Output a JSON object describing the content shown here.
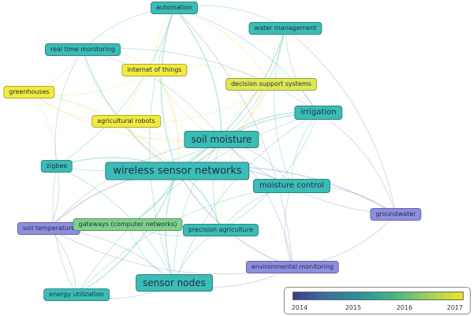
{
  "colors": {
    "purple": "#8e8ee0",
    "teal": "#3cbcb6",
    "green": "#7fd08a",
    "yellow": "#f3ea3e",
    "lime": "#dfe754",
    "edge_teal": "#56c1b8",
    "edge_yellow": "#e6e06a",
    "edge_purple": "#8f8fc9"
  },
  "nodes": [
    {
      "id": "automation",
      "label": "automation",
      "color": "teal"
    },
    {
      "id": "water-management",
      "label": "water management",
      "color": "teal"
    },
    {
      "id": "real-time-monitoring",
      "label": "real time monitoring",
      "color": "teal"
    },
    {
      "id": "internet-of-things",
      "label": "internet of things",
      "color": "yellow"
    },
    {
      "id": "decision-support-systems",
      "label": "decision support systems",
      "color": "lime"
    },
    {
      "id": "greenhouses",
      "label": "greenhouses",
      "color": "yellow"
    },
    {
      "id": "irrigation",
      "label": "irrigation",
      "color": "teal"
    },
    {
      "id": "agricultural-robots",
      "label": "agricultural robots",
      "color": "yellow"
    },
    {
      "id": "soil-moisture",
      "label": "soil moisture",
      "color": "teal"
    },
    {
      "id": "zigbee",
      "label": "zigbee",
      "color": "teal"
    },
    {
      "id": "wireless-sensor-networks",
      "label": "wireless sensor networks",
      "color": "teal"
    },
    {
      "id": "moisture-control",
      "label": "moisture control",
      "color": "teal"
    },
    {
      "id": "groundwater",
      "label": "groundwater",
      "color": "purple"
    },
    {
      "id": "soil-temperature",
      "label": "soil temperature",
      "color": "purple"
    },
    {
      "id": "gateways",
      "label": "gateways (computer networks)",
      "color": "green"
    },
    {
      "id": "precision-agriculture",
      "label": "precision agriculture",
      "color": "teal"
    },
    {
      "id": "environmental-monitoring",
      "label": "environmental monitoring",
      "color": "purple"
    },
    {
      "id": "sensor-nodes",
      "label": "sensor nodes",
      "color": "teal"
    },
    {
      "id": "energy-utilization",
      "label": "energy utilization",
      "color": "teal"
    }
  ],
  "links": [
    [
      "wireless-sensor-networks",
      "soil-moisture"
    ],
    [
      "wireless-sensor-networks",
      "automation"
    ],
    [
      "wireless-sensor-networks",
      "water-management"
    ],
    [
      "wireless-sensor-networks",
      "real-time-monitoring"
    ],
    [
      "wireless-sensor-networks",
      "internet-of-things"
    ],
    [
      "wireless-sensor-networks",
      "irrigation"
    ],
    [
      "wireless-sensor-networks",
      "zigbee"
    ],
    [
      "wireless-sensor-networks",
      "moisture-control"
    ],
    [
      "wireless-sensor-networks",
      "soil-temperature"
    ],
    [
      "wireless-sensor-networks",
      "precision-agriculture"
    ],
    [
      "wireless-sensor-networks",
      "sensor-nodes"
    ],
    [
      "wireless-sensor-networks",
      "energy-utilization"
    ],
    [
      "wireless-sensor-networks",
      "environmental-monitoring"
    ],
    [
      "wireless-sensor-networks",
      "gateways"
    ],
    [
      "wireless-sensor-networks",
      "greenhouses"
    ],
    [
      "wireless-sensor-networks",
      "agricultural-robots"
    ],
    [
      "wireless-sensor-networks",
      "decision-support-systems"
    ],
    [
      "wireless-sensor-networks",
      "groundwater"
    ],
    [
      "soil-moisture",
      "automation"
    ],
    [
      "soil-moisture",
      "irrigation"
    ],
    [
      "soil-moisture",
      "water-management"
    ],
    [
      "soil-moisture",
      "internet-of-things"
    ],
    [
      "soil-moisture",
      "sensor-nodes"
    ],
    [
      "soil-moisture",
      "moisture-control"
    ],
    [
      "soil-moisture",
      "precision-agriculture"
    ],
    [
      "soil-moisture",
      "decision-support-systems"
    ],
    [
      "soil-moisture",
      "groundwater"
    ],
    [
      "soil-moisture",
      "agricultural-robots"
    ],
    [
      "soil-moisture",
      "real-time-monitoring"
    ],
    [
      "soil-moisture",
      "zigbee"
    ],
    [
      "soil-moisture",
      "soil-temperature"
    ],
    [
      "soil-moisture",
      "environmental-monitoring"
    ],
    [
      "irrigation",
      "automation"
    ],
    [
      "irrigation",
      "water-management"
    ],
    [
      "irrigation",
      "moisture-control"
    ],
    [
      "irrigation",
      "groundwater"
    ],
    [
      "irrigation",
      "sensor-nodes"
    ],
    [
      "irrigation",
      "precision-agriculture"
    ],
    [
      "irrigation",
      "decision-support-systems"
    ],
    [
      "internet-of-things",
      "greenhouses"
    ],
    [
      "internet-of-things",
      "agricultural-robots"
    ],
    [
      "internet-of-things",
      "decision-support-systems"
    ],
    [
      "internet-of-things",
      "real-time-monitoring"
    ],
    [
      "internet-of-things",
      "automation"
    ],
    [
      "greenhouses",
      "agricultural-robots"
    ],
    [
      "greenhouses",
      "zigbee"
    ],
    [
      "greenhouses",
      "real-time-monitoring"
    ],
    [
      "sensor-nodes",
      "energy-utilization"
    ],
    [
      "sensor-nodes",
      "zigbee"
    ],
    [
      "sensor-nodes",
      "precision-agriculture"
    ],
    [
      "sensor-nodes",
      "environmental-monitoring"
    ],
    [
      "sensor-nodes",
      "gateways"
    ],
    [
      "sensor-nodes",
      "soil-temperature"
    ],
    [
      "sensor-nodes",
      "automation"
    ],
    [
      "zigbee",
      "energy-utilization"
    ],
    [
      "zigbee",
      "soil-temperature"
    ],
    [
      "zigbee",
      "automation"
    ],
    [
      "zigbee",
      "real-time-monitoring"
    ],
    [
      "energy-utilization",
      "soil-temperature"
    ],
    [
      "energy-utilization",
      "moisture-control"
    ],
    [
      "moisture-control",
      "precision-agriculture"
    ],
    [
      "moisture-control",
      "groundwater"
    ],
    [
      "moisture-control",
      "environmental-monitoring"
    ],
    [
      "moisture-control",
      "water-management"
    ],
    [
      "environmental-monitoring",
      "groundwater"
    ],
    [
      "environmental-monitoring",
      "soil-temperature"
    ],
    [
      "environmental-monitoring",
      "automation"
    ],
    [
      "soil-temperature",
      "gateways"
    ],
    [
      "gateways",
      "precision-agriculture"
    ],
    [
      "automation",
      "water-management"
    ],
    [
      "automation",
      "real-time-monitoring"
    ],
    [
      "automation",
      "decision-support-systems"
    ],
    [
      "real-time-monitoring",
      "agricultural-robots"
    ],
    [
      "water-management",
      "groundwater"
    ],
    [
      "water-management",
      "decision-support-systems"
    ],
    [
      "precision-agriculture",
      "decision-support-systems"
    ],
    [
      "agricultural-robots",
      "decision-support-systems"
    ],
    [
      "energy-utilization",
      "irrigation"
    ],
    [
      "greenhouses",
      "soil-moisture"
    ],
    [
      "real-time-monitoring",
      "irrigation"
    ]
  ],
  "legend": {
    "ticks": [
      "2014",
      "2015",
      "2016",
      "2017"
    ]
  }
}
